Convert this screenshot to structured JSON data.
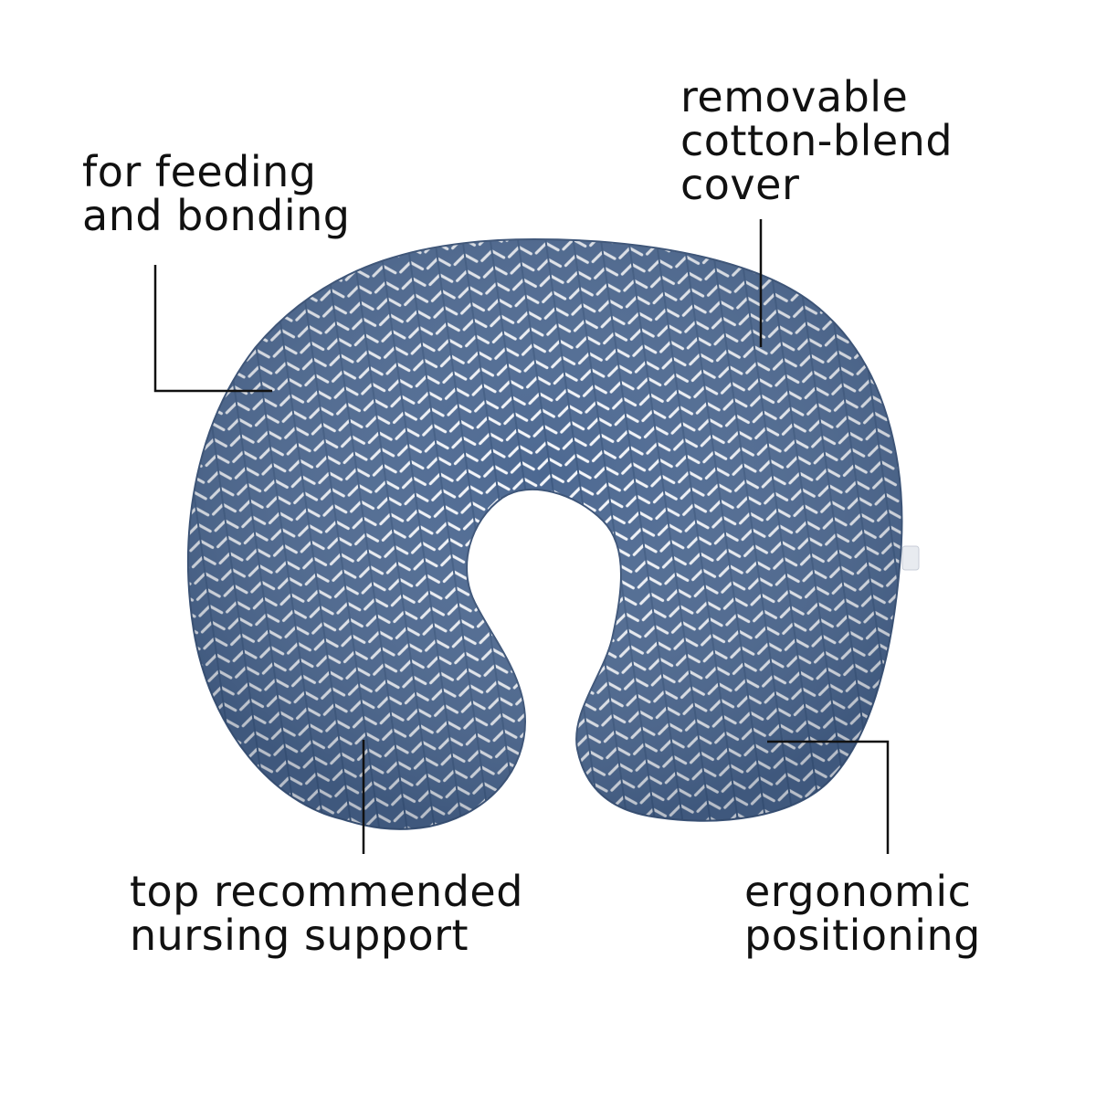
{
  "callouts": {
    "top_left": {
      "line1": "for feeding",
      "line2": "and bonding"
    },
    "top_right": {
      "line1": "removable",
      "line2": "cotton-blend",
      "line3": "cover"
    },
    "bottom_left": {
      "line1": "top recommended",
      "line2": "nursing support"
    },
    "bottom_right": {
      "line1": "ergonomic",
      "line2": "positioning"
    }
  },
  "colors": {
    "pillow_fill": "#4c6891",
    "pattern_stroke": "#f4f6fa",
    "leader_line": "#111111",
    "text": "#111111"
  }
}
